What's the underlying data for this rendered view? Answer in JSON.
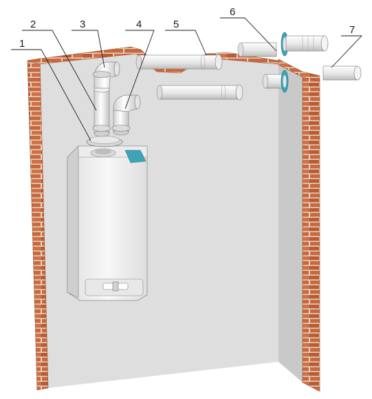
{
  "figure": {
    "callouts": [
      {
        "id": "1",
        "label": "1"
      },
      {
        "id": "2",
        "label": "2"
      },
      {
        "id": "3",
        "label": "3"
      },
      {
        "id": "4",
        "label": "4"
      },
      {
        "id": "5",
        "label": "5"
      },
      {
        "id": "6",
        "label": "6"
      },
      {
        "id": "7",
        "label": "7"
      }
    ],
    "colors": {
      "brick": "#c8683f",
      "brick_dark": "#a9522e",
      "mortar": "#e8d9c5",
      "wall_face": "#dcdcdc",
      "wall_side": "#c9c9c9",
      "boiler_body": "#f2f2f2",
      "pipe": "#efefef",
      "seal_ring": "#3ea3b5"
    }
  }
}
